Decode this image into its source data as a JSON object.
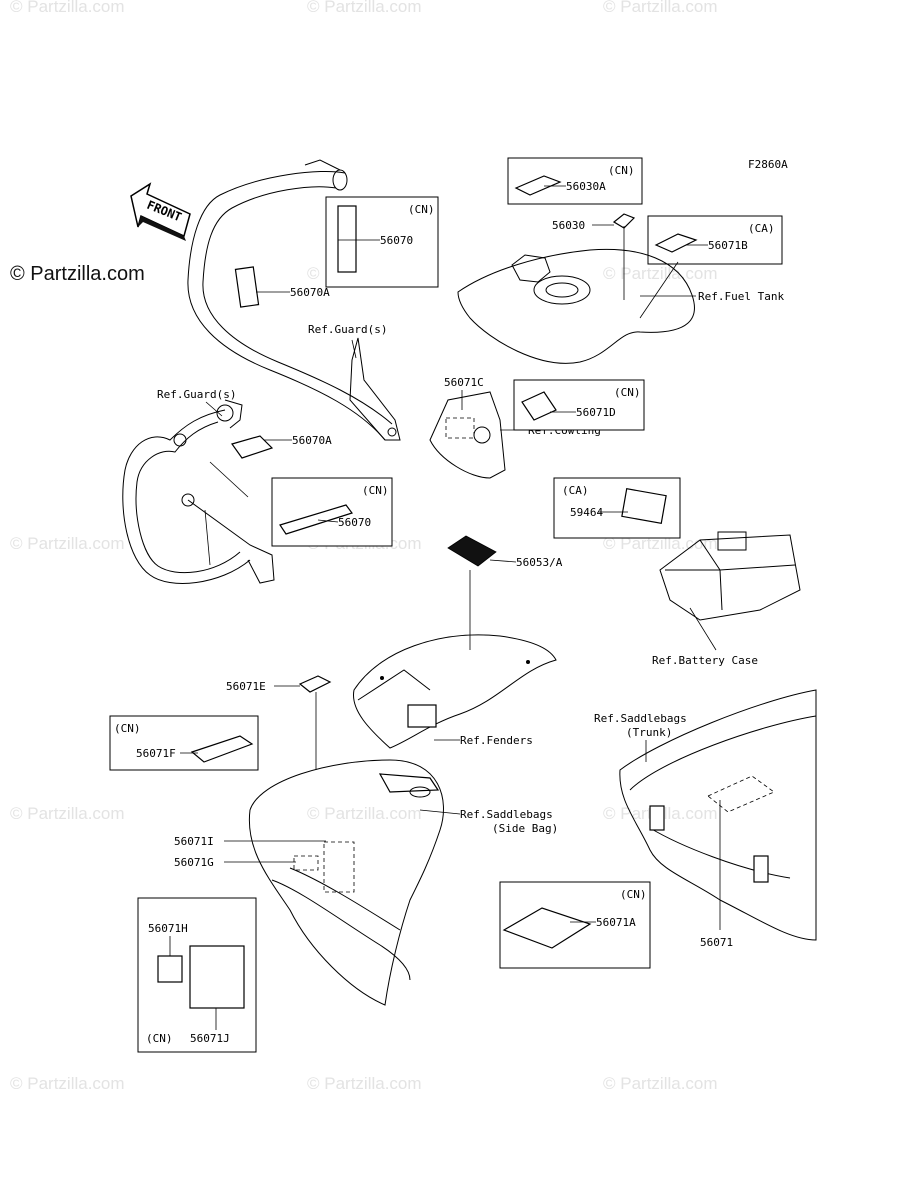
{
  "figure_code": "F2860A",
  "site_mark": "© Partzilla.com",
  "watermark": "© Partzilla.com",
  "front_arrow": "FRONT",
  "callouts": {
    "p56070A_top": "56070A",
    "p56070_top": "56070",
    "p56070A_low": "56070A",
    "p56070_low": "56070",
    "p56030CA": "56030A",
    "p56030": "56030",
    "p56071B": "56071B",
    "p56071C": "56071C",
    "p56071D": "56071D",
    "p59464": "59464",
    "p56053": "56053/A",
    "p56071E": "56071E",
    "p56071F": "56071F",
    "p56071I": "56071I",
    "p56071G": "56071G",
    "p56071H": "56071H",
    "p56071J": "56071J",
    "p56071A": "56071A",
    "p56071": "56071"
  },
  "region_tags": {
    "cn": "(CN)",
    "ca": "(CA)"
  },
  "references": {
    "guard_top": "Ref.Guard(s)",
    "guard_left": "Ref.Guard(s)",
    "fuel_tank": "Ref.Fuel Tank",
    "cowling": "Ref.Cowling",
    "battery_case": "Ref.Battery Case",
    "fenders": "Ref.Fenders",
    "saddlebags_trunk_1": "Ref.Saddlebags",
    "saddlebags_trunk_2": "(Trunk)",
    "saddlebags_side_1": "Ref.Saddlebags",
    "saddlebags_side_2": "(Side Bag)"
  }
}
